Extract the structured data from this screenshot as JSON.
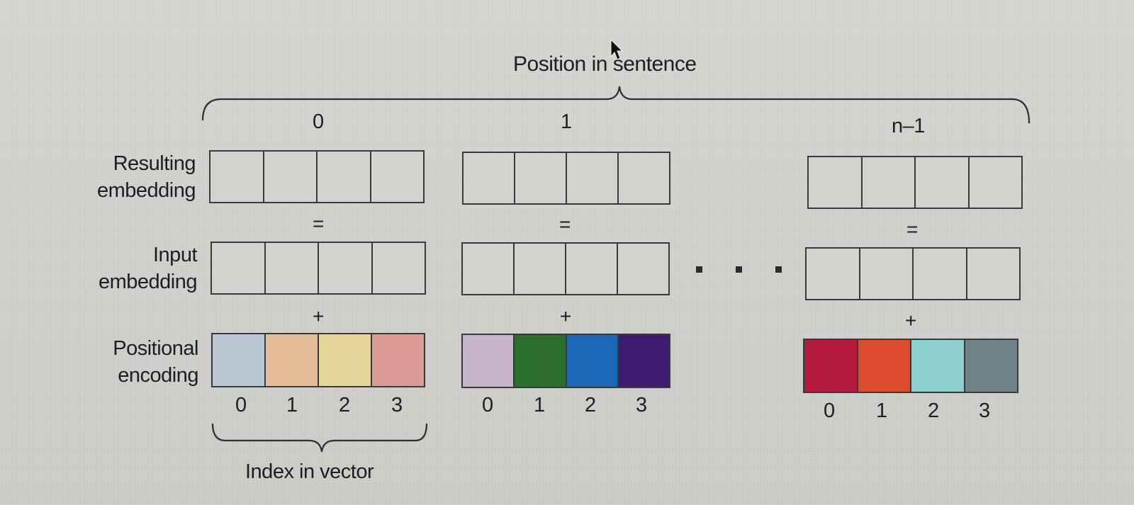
{
  "title": "Position in sentence",
  "footer_label": "Index in vector",
  "row_labels": {
    "resulting": [
      "Resulting",
      "embedding"
    ],
    "input": [
      "Input",
      "embedding"
    ],
    "positional": [
      "Positional",
      "encoding"
    ]
  },
  "operators": {
    "equals": "=",
    "plus": "+"
  },
  "columns": [
    {
      "header": "0",
      "indices": [
        "0",
        "1",
        "2",
        "3"
      ],
      "colors": [
        "#b9c7d3",
        "#e2bd98",
        "#e4d49a",
        "#d99c96"
      ]
    },
    {
      "header": "1",
      "indices": [
        "0",
        "1",
        "2",
        "3"
      ],
      "colors": [
        "#c6b5cd",
        "#2b6e2b",
        "#1a68b7",
        "#3d1b73"
      ]
    },
    {
      "header": "n–1",
      "indices": [
        "0",
        "1",
        "2",
        "3"
      ],
      "colors": [
        "#b3193a",
        "#dc4a2c",
        "#8ed1cf",
        "#6e8288"
      ]
    }
  ]
}
